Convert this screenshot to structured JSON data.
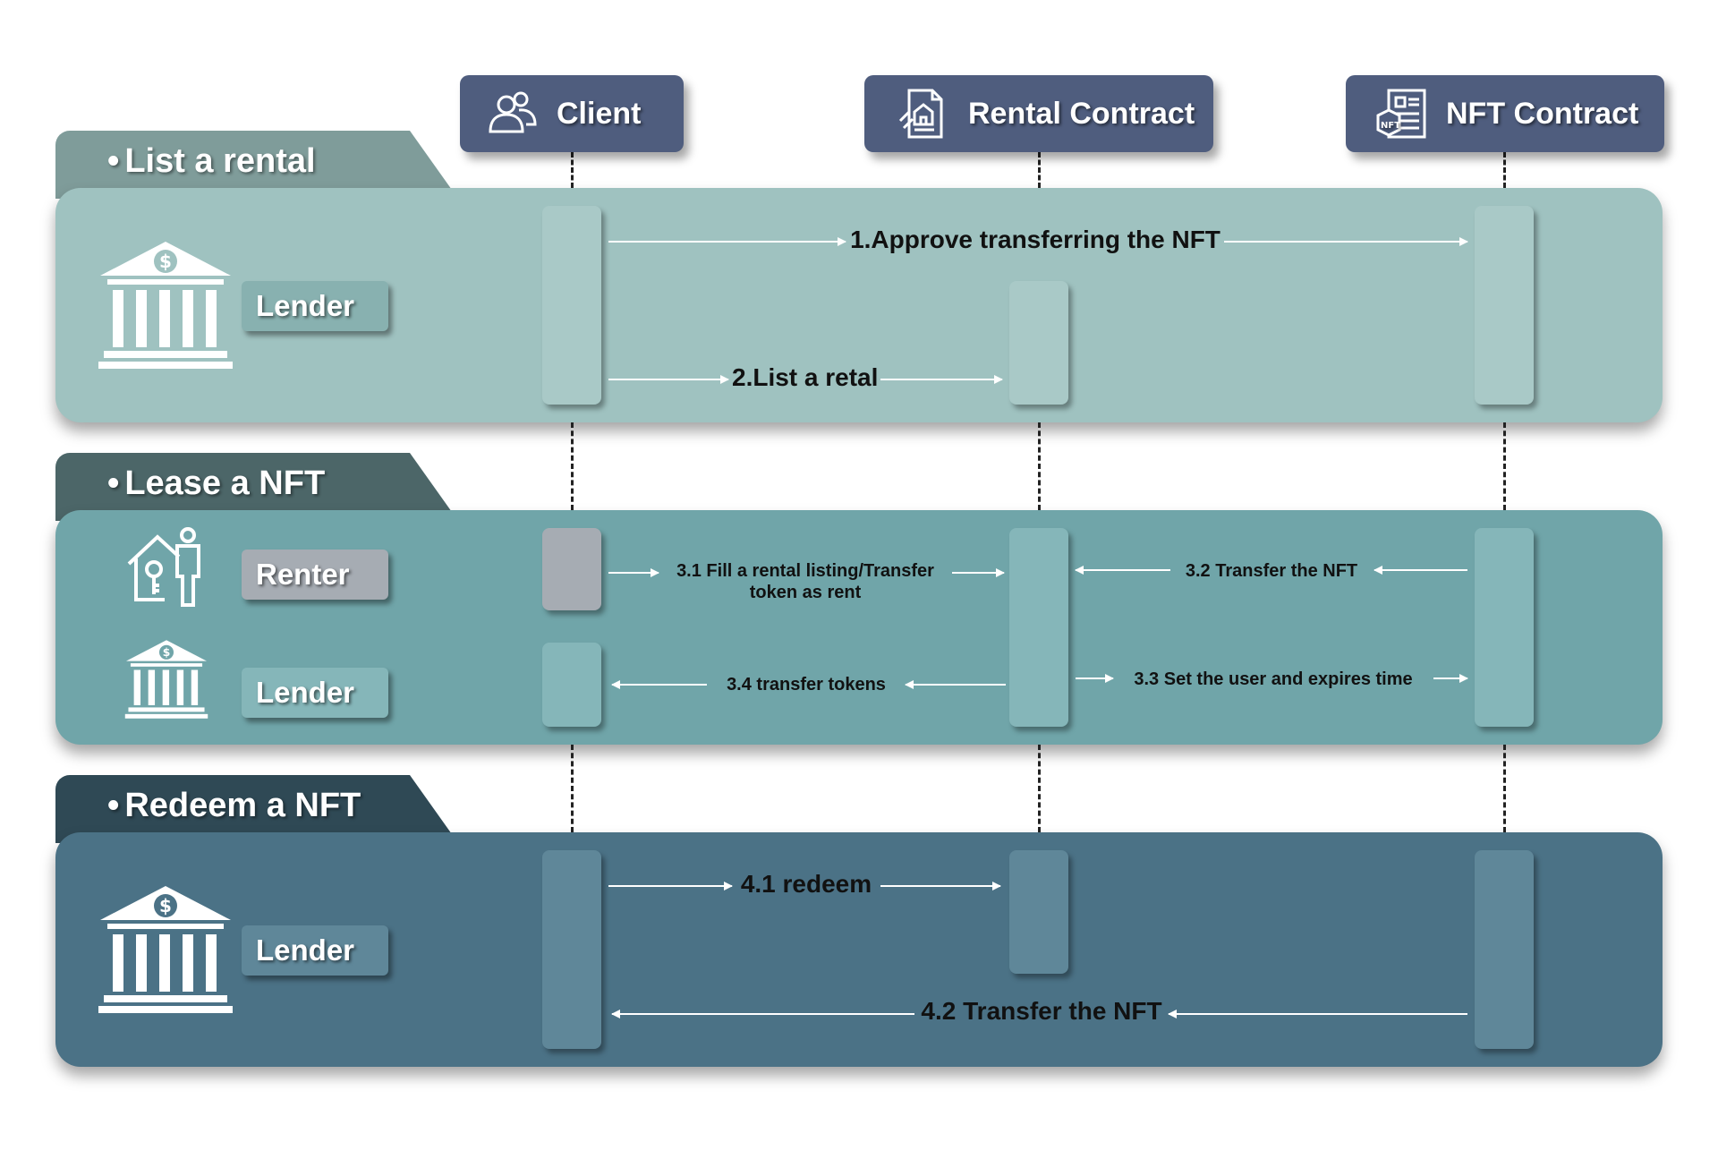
{
  "participants": {
    "client": {
      "label": "Client",
      "icon": "users-icon"
    },
    "rental": {
      "label": "Rental Contract",
      "icon": "contract-document-icon"
    },
    "nft": {
      "label": "NFT Contract",
      "icon": "nft-certificate-icon"
    }
  },
  "sections": {
    "list": {
      "title": "List a rental",
      "actors": [
        {
          "label": "Lender",
          "icon": "bank-icon"
        }
      ],
      "messages": {
        "m1": "1.Approve transferring the NFT",
        "m2": "2.List a retal"
      }
    },
    "lease": {
      "title": "Lease a NFT",
      "actors": [
        {
          "label": "Renter",
          "icon": "house-key-person-icon"
        },
        {
          "label": "Lender",
          "icon": "bank-icon"
        }
      ],
      "messages": {
        "m31a": "3.1 Fill a rental listing/Transfer",
        "m31b": "token as rent",
        "m32": "3.2 Transfer the NFT",
        "m33": "3.3 Set the user and expires time",
        "m34": "3.4 transfer tokens"
      }
    },
    "redeem": {
      "title": "Redeem a NFT",
      "actors": [
        {
          "label": "Lender",
          "icon": "bank-icon"
        }
      ],
      "messages": {
        "m41": "4.1 redeem",
        "m42": "4.2 Transfer the NFT"
      }
    }
  },
  "colors": {
    "header": "#4f5d7e",
    "list_tab": "#7f9c9a",
    "list_panel": "#9fc2c0",
    "lease_tab": "#4c6668",
    "lease_panel": "#70a5a9",
    "redeem_tab": "#2f4955",
    "redeem_panel": "#4b7286"
  }
}
